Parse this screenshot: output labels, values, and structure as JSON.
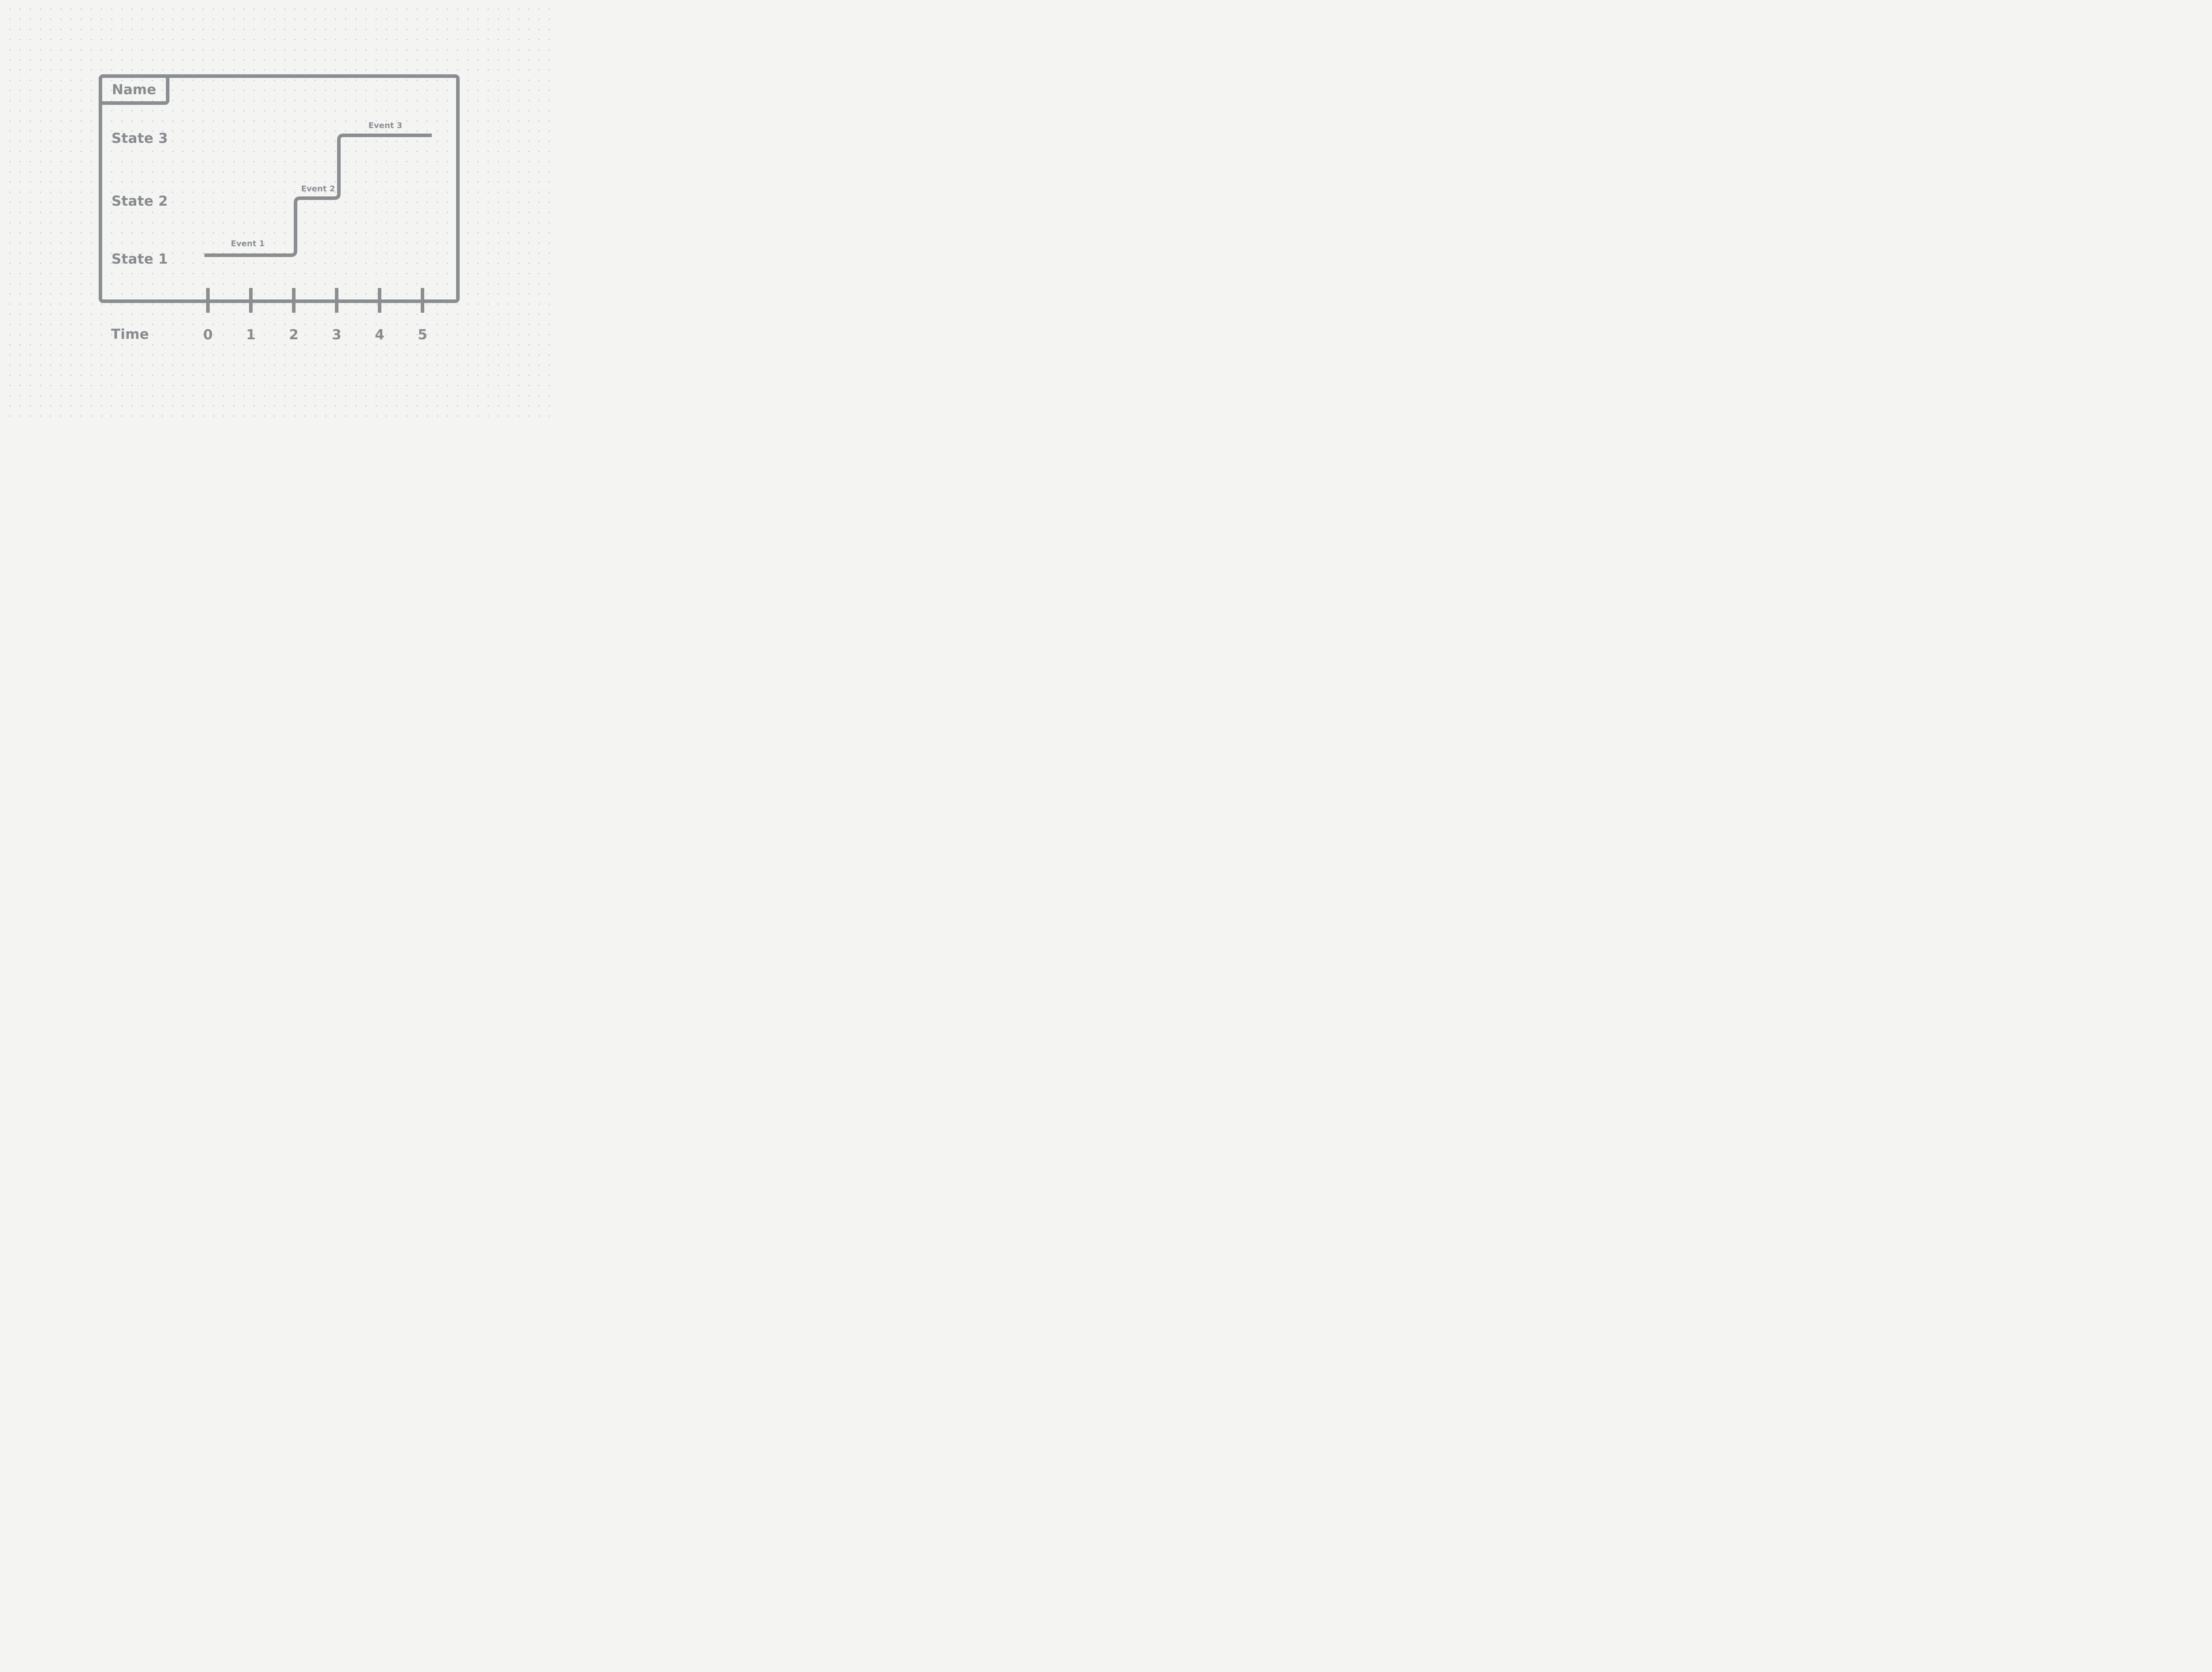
{
  "page": {
    "background_color": "#F4F4F3",
    "stroke_color": "#8A8E91",
    "text_color": "#888C8F",
    "dot_grid_color": "#C2C6C9"
  },
  "diagram": {
    "title_box_label": "Name",
    "state_labels": [
      "State 3",
      "State 2",
      "State 1"
    ],
    "event_labels": [
      "Event 1",
      "Event 2",
      "Event 3"
    ],
    "time_axis": {
      "label": "Time",
      "tick_labels": [
        "0",
        "1",
        "2",
        "3",
        "4",
        "5"
      ]
    },
    "timeline": {
      "type": "step",
      "segments": [
        {
          "state": "State 1",
          "from_time": 0,
          "to_time": 2
        },
        {
          "state": "State 2",
          "from_time": 2,
          "to_time": 3
        },
        {
          "state": "State 3",
          "from_time": 3,
          "to_time": 5.2
        }
      ],
      "events": [
        {
          "label": "Event 1",
          "over_state": "State 1",
          "transition_at_time": 2
        },
        {
          "label": "Event 2",
          "over_state": "State 2",
          "transition_at_time": 3
        },
        {
          "label": "Event 3",
          "over_state": "State 3",
          "transition_at_time": null
        }
      ]
    }
  }
}
